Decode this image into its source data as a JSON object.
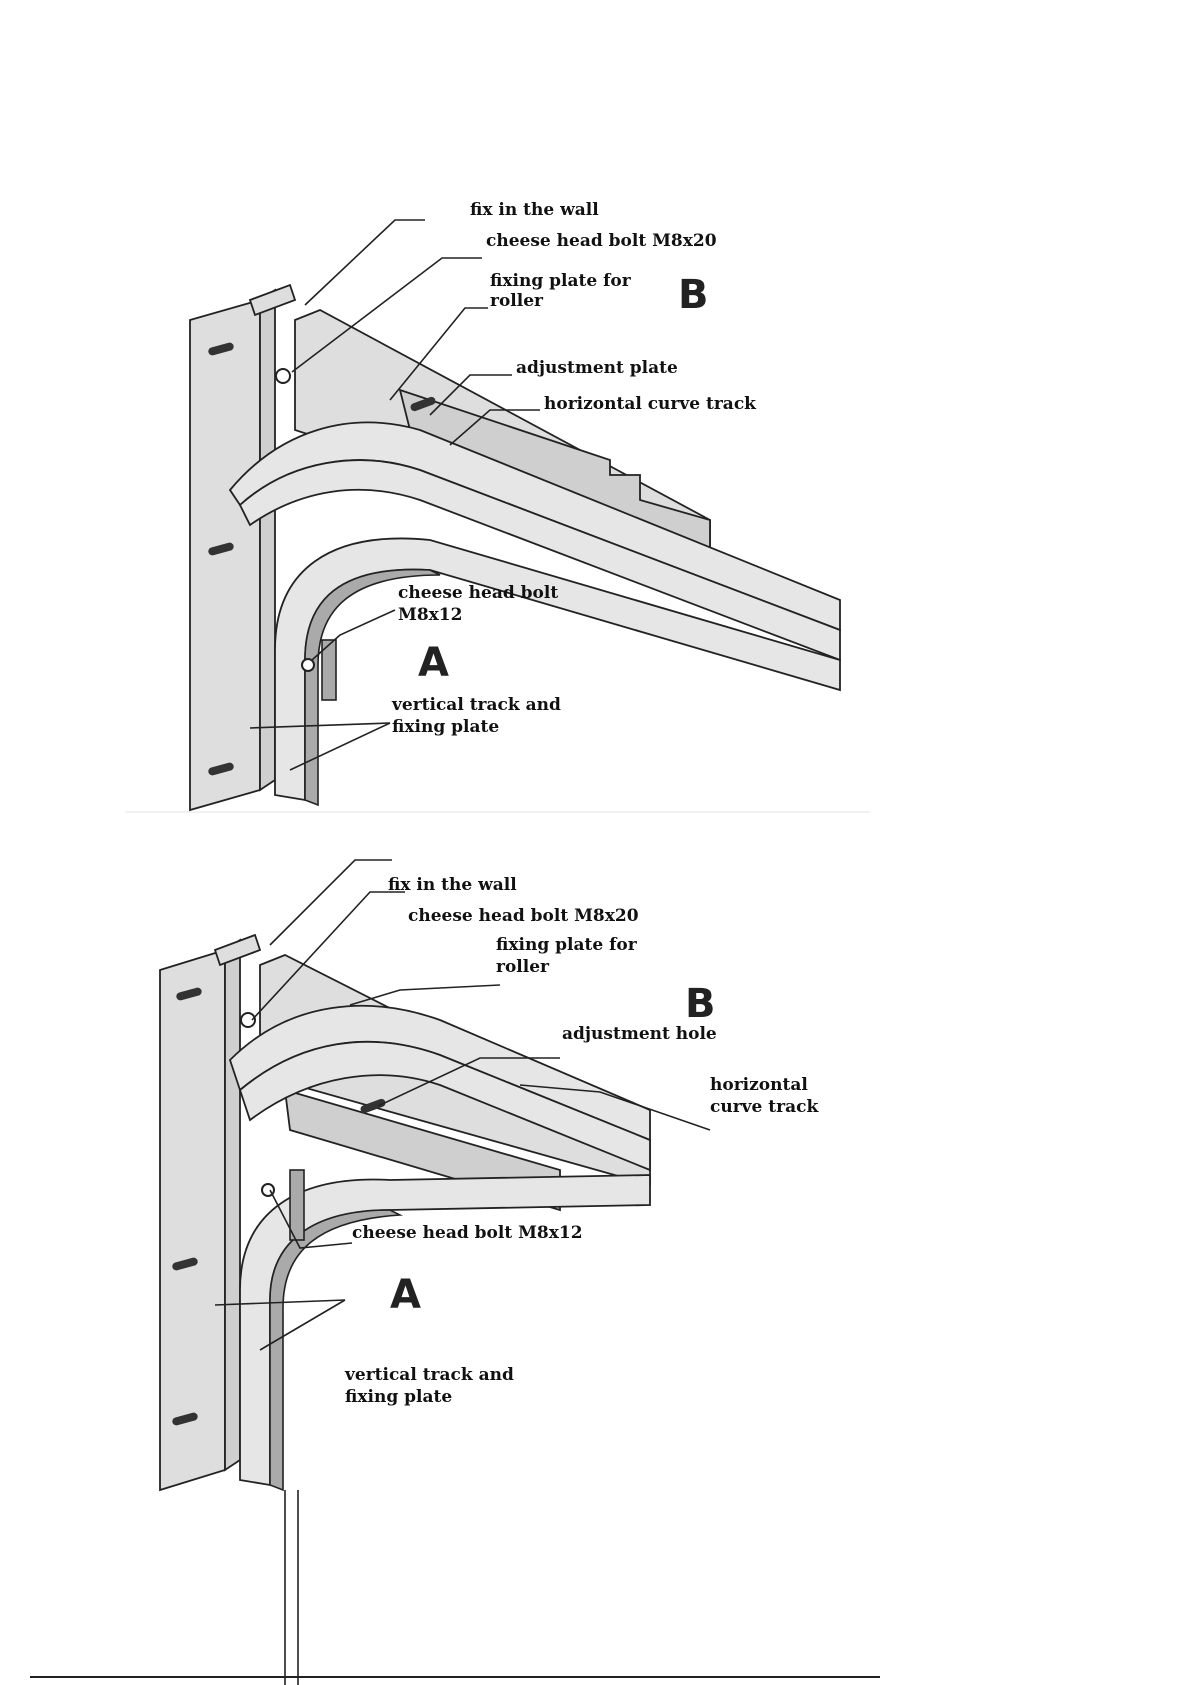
{
  "diagram_b": {
    "label_fix_wall": "fix in the wall",
    "label_bolt_m8x20": "cheese head bolt M8x20",
    "label_fixing_plate_line1": "fixing plate for",
    "label_fixing_plate_line2": "roller",
    "label_adjustment": "adjustment plate",
    "label_curve_track": "horizontal curve track",
    "label_bolt_m8x12_line1": "cheese head bolt",
    "label_bolt_m8x12_line2": "M8x12",
    "label_vertical_line1": "vertical track and",
    "label_vertical_line2": "fixing plate",
    "marker_a": "A",
    "marker_b": "B"
  },
  "diagram_a": {
    "label_fix_wall": "fix in the wall",
    "label_bolt_m8x20": "cheese head bolt M8x20",
    "label_fixing_plate_line1": "fixing plate for",
    "label_fixing_plate_line2": "roller",
    "label_adjustment": "adjustment hole",
    "label_curve_track_line1": "horizontal",
    "label_curve_track_line2": "curve track",
    "label_bolt_m8x12": "cheese head bolt M8x12",
    "label_vertical_line1": "vertical track and",
    "label_vertical_line2": "fixing plate",
    "marker_a": "A",
    "marker_b": "B"
  }
}
